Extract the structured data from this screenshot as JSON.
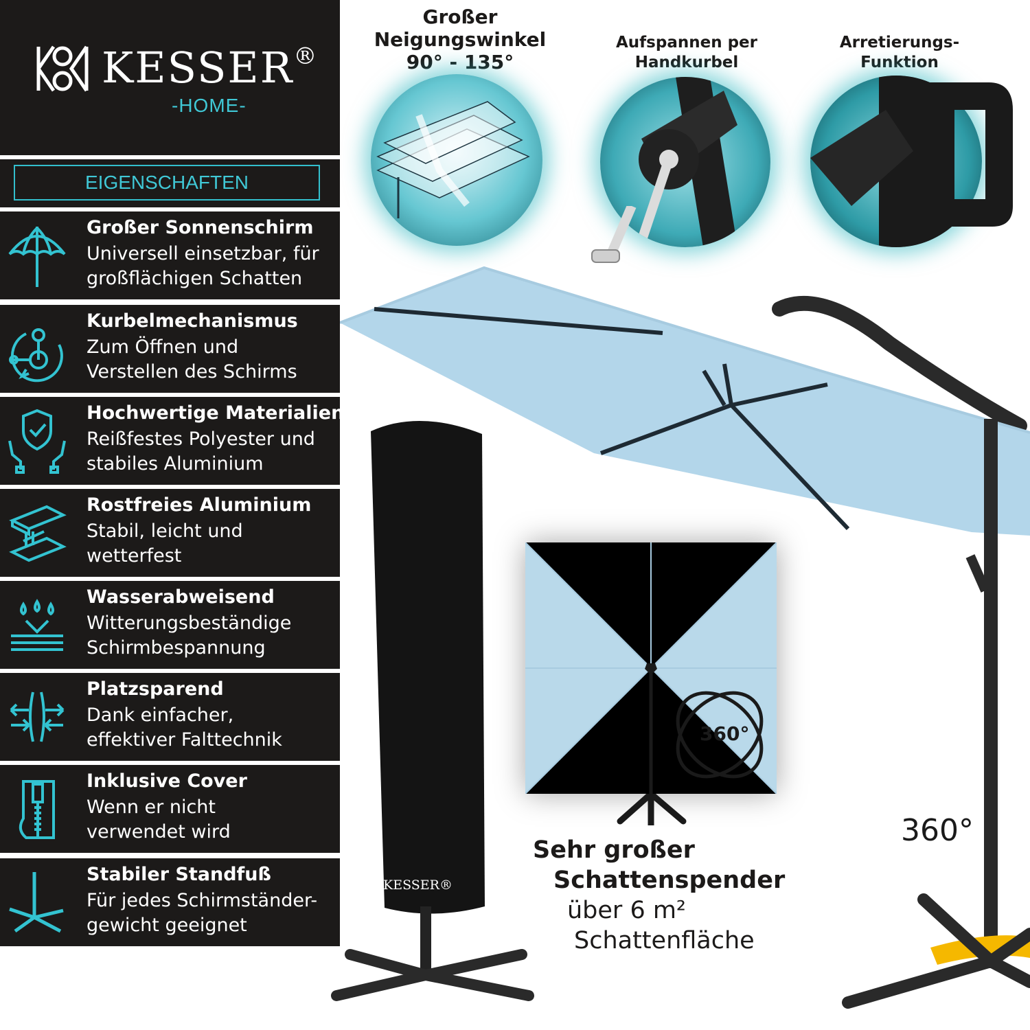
{
  "brand": {
    "name": "KESSER",
    "registered": "®",
    "sub": "-HOME-"
  },
  "section_heading": "EIGENSCHAFTEN",
  "features": [
    {
      "title": "Großer Sonnenschirm",
      "desc": "Universell einsetzbar, für\ngroßflächigen Schatten",
      "icon": "umbrella-icon"
    },
    {
      "title": "Kurbelmechanismus",
      "desc": "Zum Öffnen und\nVerstellen des Schirms",
      "icon": "crank-icon"
    },
    {
      "title": "Hochwertige Materialien",
      "desc": "Reißfestes Polyester und\nstabiles Aluminium",
      "icon": "shield-hands-icon"
    },
    {
      "title": "Rostfreies Aluminium",
      "desc": "Stabil, leicht und\nwetterfest",
      "icon": "steel-beam-icon"
    },
    {
      "title": "Wasserabweisend",
      "desc": "Witterungsbeständige\nSchirmbespannung",
      "icon": "water-drops-icon"
    },
    {
      "title": "Platzsparend",
      "desc": "Dank einfacher,\neffektiver Falttechnik",
      "icon": "compress-arrows-icon"
    },
    {
      "title": "Inklusive Cover",
      "desc": "Wenn er nicht\nverwendet wird",
      "icon": "zipper-cover-icon"
    },
    {
      "title": "Stabiler Standfuß",
      "desc": "Für jedes Schirmständer-\ngewicht geeignet",
      "icon": "cross-base-icon"
    }
  ],
  "top_features": [
    {
      "label": "Großer\nNeigungswinkel\n90° - 135°"
    },
    {
      "label": "Aufspannen per\nHandkurbel"
    },
    {
      "label": "Arretierungs-\nFunktion"
    }
  ],
  "rotation_badge": "360°",
  "rotation_side": "360°",
  "cover_logo": "KESSER®",
  "caption": {
    "line1": "Sehr großer",
    "line2": "Schattenspender",
    "line3": "über 6 m²",
    "line4": "Schattenfläche"
  },
  "colors": {
    "panel": "#1c1a19",
    "accent": "#40c8d6",
    "canopy": "#b3d6ea",
    "frame": "#2a2a2a"
  }
}
